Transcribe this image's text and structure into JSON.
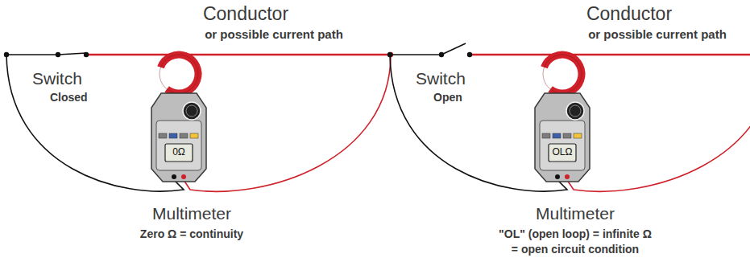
{
  "diagram": {
    "labels": [
      "Conductor",
      "or possible current path",
      "Switch",
      "Closed",
      "0Ω",
      "Multimeter",
      "Zero Ω = continuity",
      "Conductor",
      "or possible current path",
      "Switch",
      "Open",
      "OLΩ",
      "Multimeter",
      "\"OL\" (open loop) = infinite Ω",
      "= open circuit condition"
    ]
  }
}
